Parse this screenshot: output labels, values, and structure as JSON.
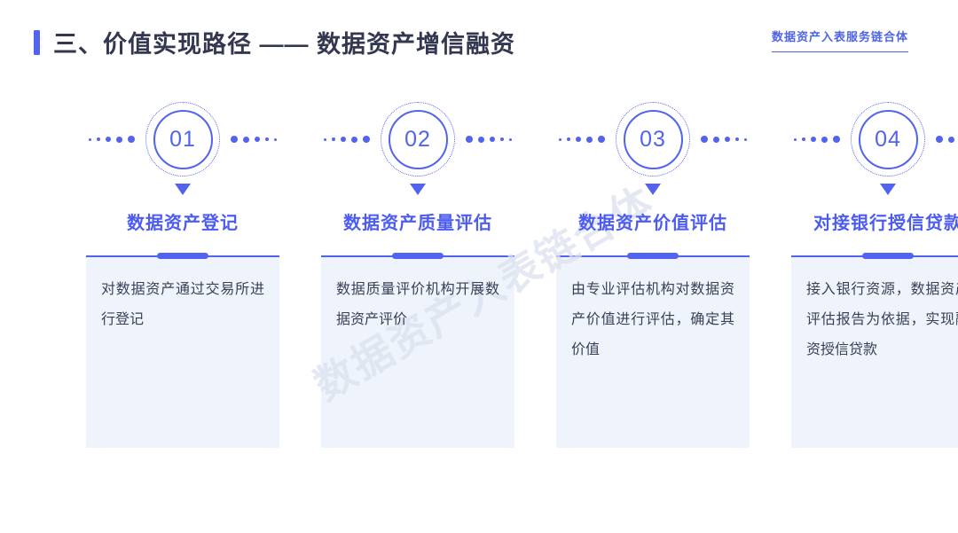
{
  "slide": {
    "title": "三、价值实现路径 —— 数据资产增信融资",
    "badge": "数据资产入表服务链合体",
    "watermark": "数据资产入表链合体"
  },
  "colors": {
    "accent": "#5163EF",
    "heading_blue": "#4C5CF2",
    "title_text": "#333850",
    "body_text": "#3B4057",
    "card_bg": "#EFF3FB",
    "watermark": "#DCE1EF"
  },
  "steps": [
    {
      "number": "01",
      "title": "数据资产登记",
      "description": "对数据资产通过交易所进行登记"
    },
    {
      "number": "02",
      "title": "数据资产质量评估",
      "description": "数据质量评价机构开展数据资产评价"
    },
    {
      "number": "03",
      "title": "数据资产价值评估",
      "description": "由专业评估机构对数据资产价值进行评估，确定其价值"
    },
    {
      "number": "04",
      "title": "对接银行授信贷款",
      "description": "接入银行资源，数据资产评估报告为依据，实现融资授信贷款"
    }
  ]
}
